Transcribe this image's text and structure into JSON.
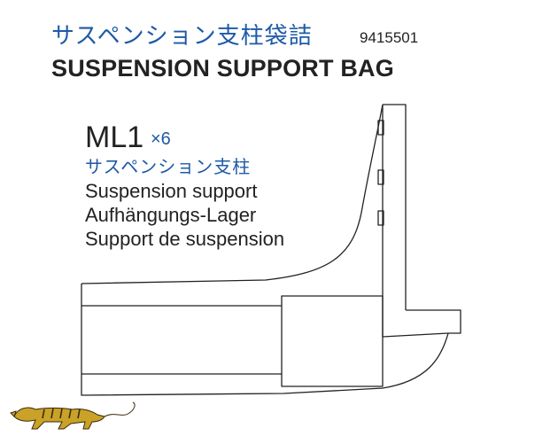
{
  "header": {
    "title_jp": "サスペンション支柱袋詰",
    "part_number": "9415501",
    "title_en": "SUSPENSION SUPPORT BAG"
  },
  "part": {
    "code": "ML1",
    "quantity": "×6",
    "name_jp": "サスペンション支柱",
    "name_en": "Suspension support",
    "name_de": "Aufhängungs-Lager",
    "name_fr": "Support de suspension"
  },
  "logo": {
    "icon": "tiger-icon",
    "color": "#c9a227"
  },
  "colors": {
    "accent_blue": "#1d5aa6",
    "text": "#222222"
  }
}
